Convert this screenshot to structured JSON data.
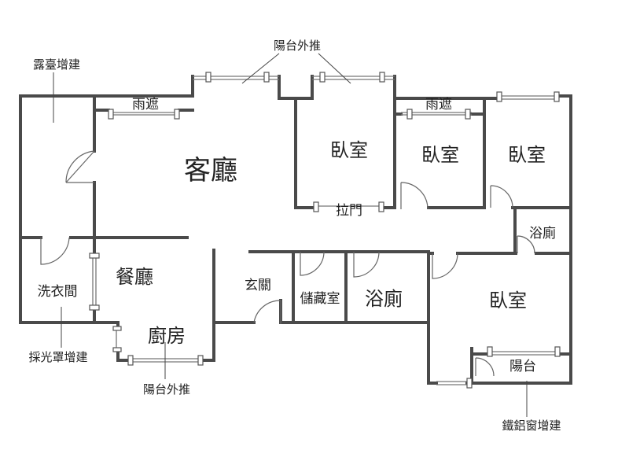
{
  "labels": {
    "living_room": "客廳",
    "bedroom_1": "臥室",
    "bedroom_2": "臥室",
    "bedroom_3": "臥室",
    "bedroom_4": "臥室",
    "dining_room": "餐廳",
    "kitchen": "廚房",
    "laundry": "洗衣間",
    "entrance": "玄關",
    "storage": "儲藏室",
    "bathroom_1": "浴廁",
    "bathroom_2": "浴廁",
    "balcony": "陽台",
    "sliding_door": "拉門",
    "canopy_left": "雨遮",
    "canopy_right": "雨遮"
  },
  "annotations": {
    "balcony_extension_top": "陽台外推",
    "terrace_addition": "露臺增建",
    "skylight_addition": "採光罩增建",
    "balcony_extension_bottom": "陽台外推",
    "aluminum_window_addition": "鐵鋁窗增建"
  }
}
